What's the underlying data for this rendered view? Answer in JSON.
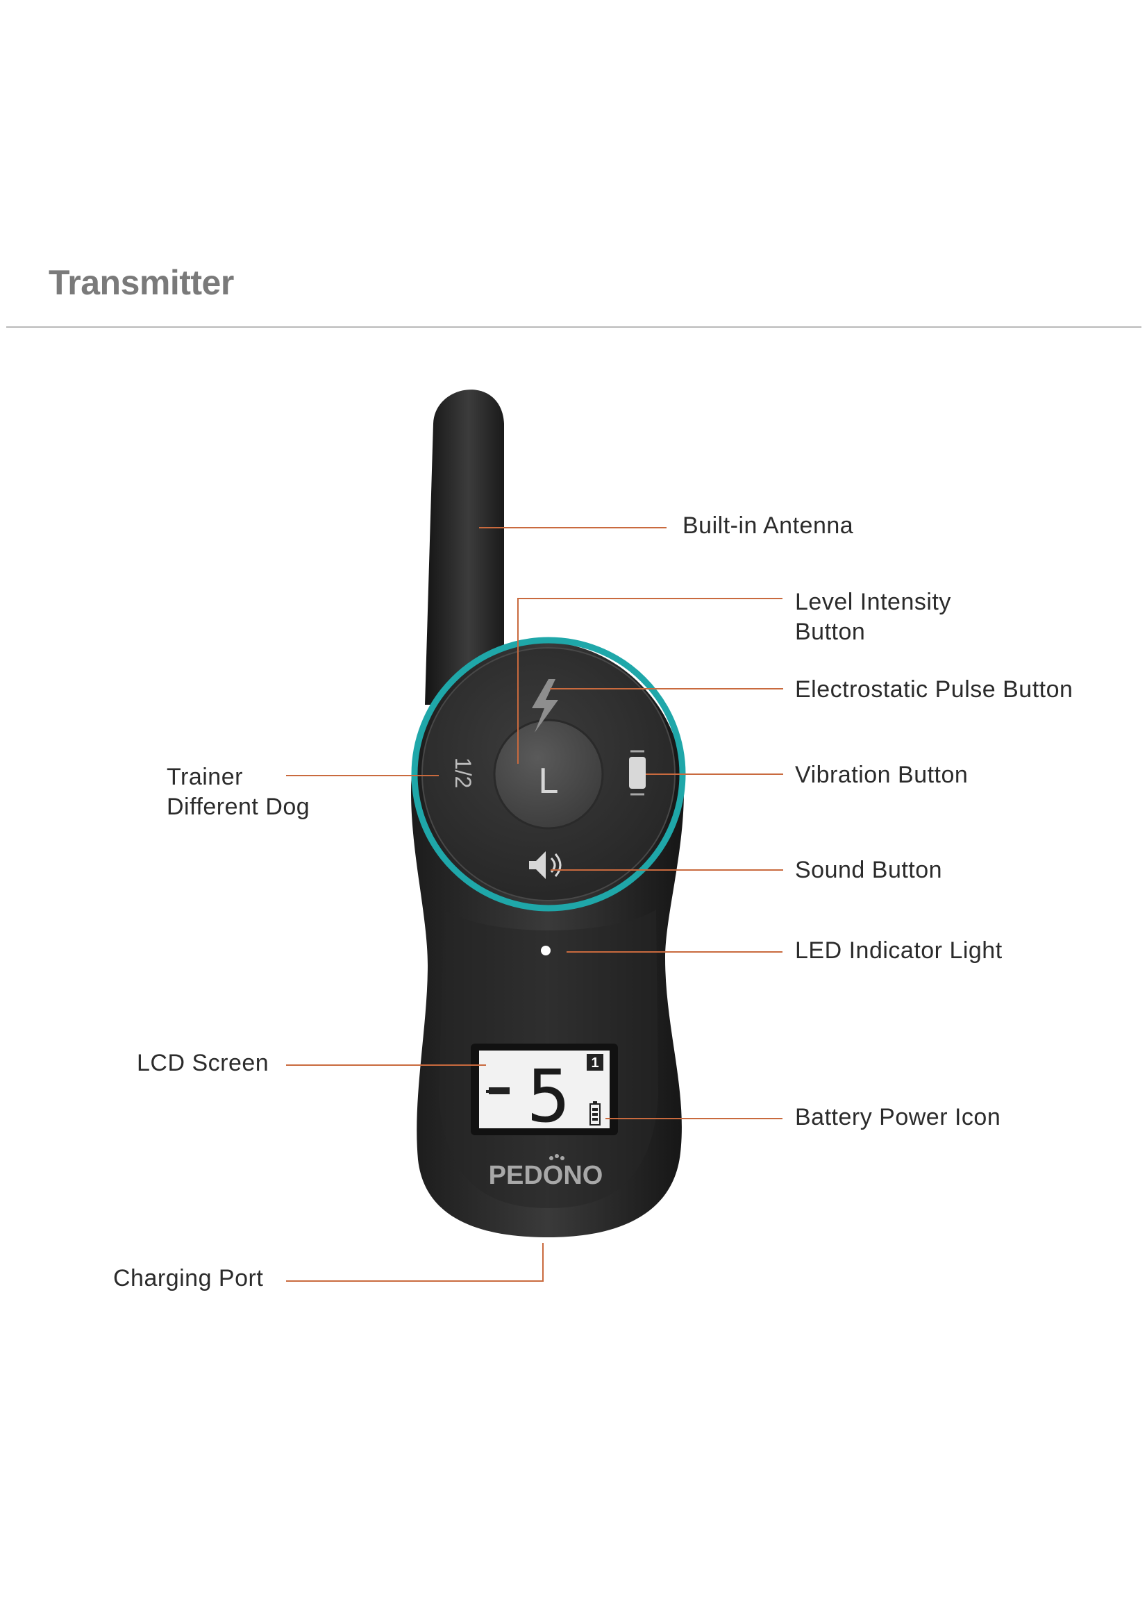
{
  "heading": "Transmitter",
  "accent_color": "#c96a3e",
  "ring_color": "#1fa7a9",
  "device": {
    "brand": "PEDONO",
    "center_button_label": "L",
    "dog_switch_label": "1/2",
    "lcd_digit": "5",
    "lcd_channel": "1"
  },
  "icons": [
    "lightning-icon",
    "vibration-icon",
    "speaker-icon",
    "paw-icon",
    "battery-icon"
  ],
  "callouts": {
    "antenna": "Built-in Antenna",
    "level_line1": "Level Intensity",
    "level_line2": "Button",
    "pulse": "Electrostatic Pulse Button",
    "vibration": "Vibration Button",
    "sound": "Sound Button",
    "led": "LED Indicator Light",
    "battery": "Battery Power Icon",
    "trainer_line1": "Trainer",
    "trainer_line2": "Different Dog",
    "lcd": "LCD Screen",
    "charging": "Charging Port"
  }
}
